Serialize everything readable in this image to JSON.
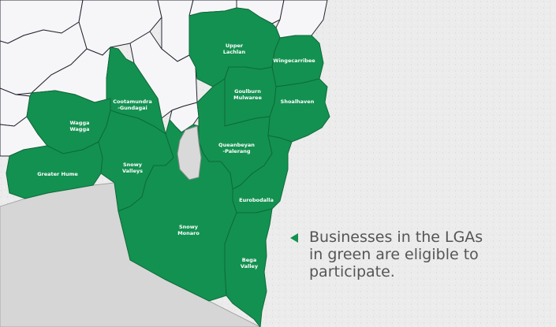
{
  "colors": {
    "eligible": "#139150",
    "eligible_border": "#0e6b3a",
    "other_region": "#f6f6f8",
    "other_border": "#262633",
    "sea": "#d6d6d6",
    "act": "#d9d9d9",
    "background": "#ececec",
    "callout_text": "#555555"
  },
  "map": {
    "lgas": [
      {
        "id": "upper-lachlan",
        "lines": [
          "Upper",
          "Lachlan"
        ],
        "eligible": true
      },
      {
        "id": "wingecarribee",
        "lines": [
          "Wingecarribee"
        ],
        "eligible": true
      },
      {
        "id": "goulburn-mulwaree",
        "lines": [
          "Goulburn",
          "Mulwaree"
        ],
        "eligible": true
      },
      {
        "id": "shoalhaven",
        "lines": [
          "Shoalhaven"
        ],
        "eligible": true
      },
      {
        "id": "cootamundra-gundagai",
        "lines": [
          "Cootamundra",
          "-Gundagai"
        ],
        "eligible": true
      },
      {
        "id": "wagga-wagga",
        "lines": [
          "Wagga",
          "Wagga"
        ],
        "eligible": true
      },
      {
        "id": "queanbeyan-palerang",
        "lines": [
          "Queanbeyan",
          "-Palerang"
        ],
        "eligible": true
      },
      {
        "id": "greater-hume",
        "lines": [
          "Greater Hume"
        ],
        "eligible": true
      },
      {
        "id": "snowy-valleys",
        "lines": [
          "Snowy",
          "Valleys"
        ],
        "eligible": true
      },
      {
        "id": "eurobodalla",
        "lines": [
          "Eurobodalla"
        ],
        "eligible": true
      },
      {
        "id": "snowy-monaro",
        "lines": [
          "Snowy",
          "Monaro"
        ],
        "eligible": true
      },
      {
        "id": "bega-valley",
        "lines": [
          "Bega",
          "Valley"
        ],
        "eligible": true
      }
    ]
  },
  "callout": {
    "text": "Businesses in the LGAs in green are eligible to participate."
  }
}
